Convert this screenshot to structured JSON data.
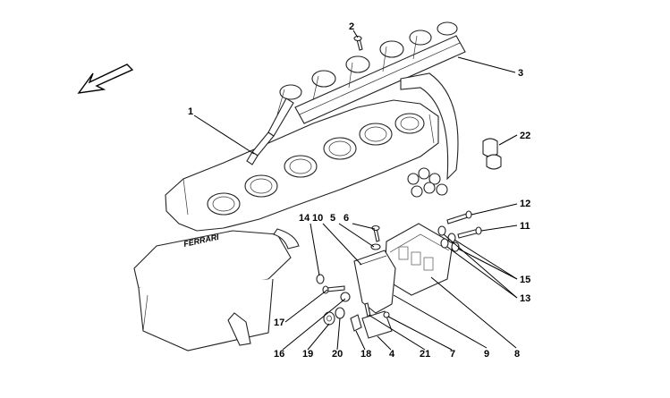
{
  "callouts": [
    {
      "id": "1",
      "label": "1"
    },
    {
      "id": "2",
      "label": "2"
    },
    {
      "id": "3",
      "label": "3"
    },
    {
      "id": "4",
      "label": "4"
    },
    {
      "id": "5",
      "label": "5"
    },
    {
      "id": "6",
      "label": "6"
    },
    {
      "id": "7",
      "label": "7"
    },
    {
      "id": "8",
      "label": "8"
    },
    {
      "id": "9",
      "label": "9"
    },
    {
      "id": "10",
      "label": "10"
    },
    {
      "id": "11",
      "label": "11"
    },
    {
      "id": "12",
      "label": "12"
    },
    {
      "id": "13",
      "label": "13"
    },
    {
      "id": "14",
      "label": "14"
    },
    {
      "id": "15",
      "label": "15"
    },
    {
      "id": "16",
      "label": "16"
    },
    {
      "id": "17",
      "label": "17"
    },
    {
      "id": "18",
      "label": "18"
    },
    {
      "id": "19",
      "label": "19"
    },
    {
      "id": "20",
      "label": "20"
    },
    {
      "id": "21",
      "label": "21"
    },
    {
      "id": "22",
      "label": "22"
    }
  ],
  "airbox_brand_text": "FERRARI",
  "icons": {
    "direction_arrow": "direction-arrow-icon"
  },
  "colors": {
    "ink": "#000000",
    "background": "#ffffff"
  }
}
